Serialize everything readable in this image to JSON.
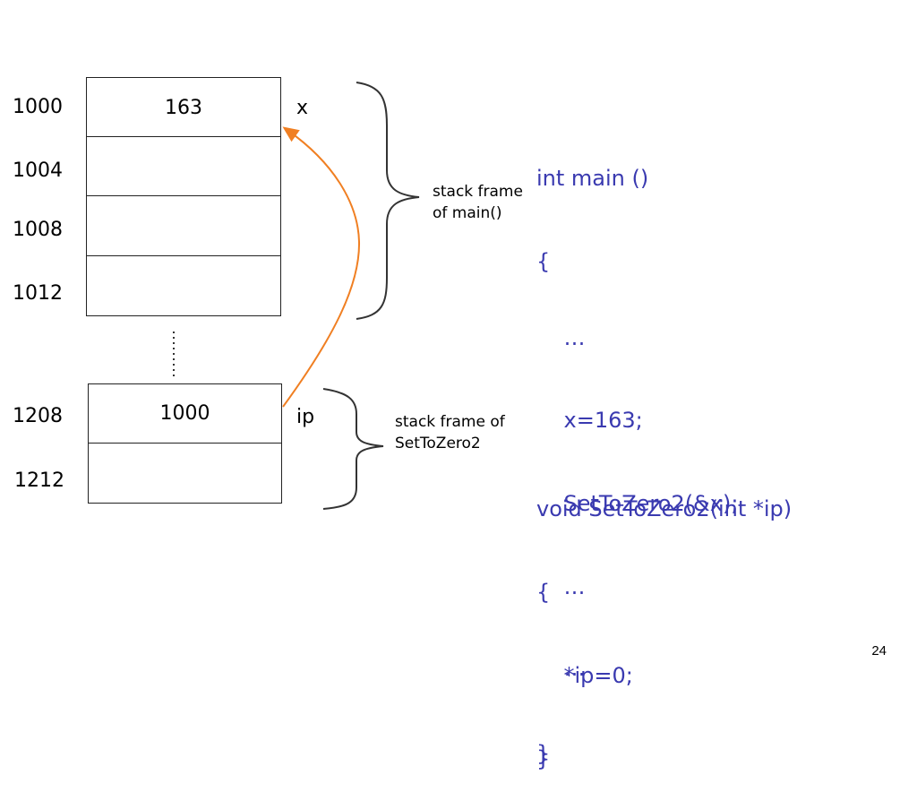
{
  "main_stack": {
    "addresses": [
      "1000",
      "1004",
      "1008",
      "1012"
    ],
    "cells": [
      "163",
      "",
      "",
      ""
    ],
    "var_name": "x",
    "frame_label_lines": [
      "stack frame",
      "of main()"
    ]
  },
  "func_stack": {
    "addresses": [
      "1208",
      "1212"
    ],
    "cells": [
      "1000",
      ""
    ],
    "var_name": "ip",
    "frame_label_lines": [
      "stack frame of",
      "SetToZero2"
    ]
  },
  "code_main": {
    "lines": [
      "int main ()",
      "{",
      "    …",
      "    x=163;",
      "    SetToZero2(&x);",
      "    …",
      "    …",
      "}"
    ]
  },
  "code_func": {
    "lines": [
      "void SetToZero2(int *ip)",
      "{",
      "    *ip=0;",
      "}"
    ]
  },
  "colors": {
    "code": "#3a3ab0",
    "pointer_arrow": "#f07f22"
  },
  "page_number": "24"
}
